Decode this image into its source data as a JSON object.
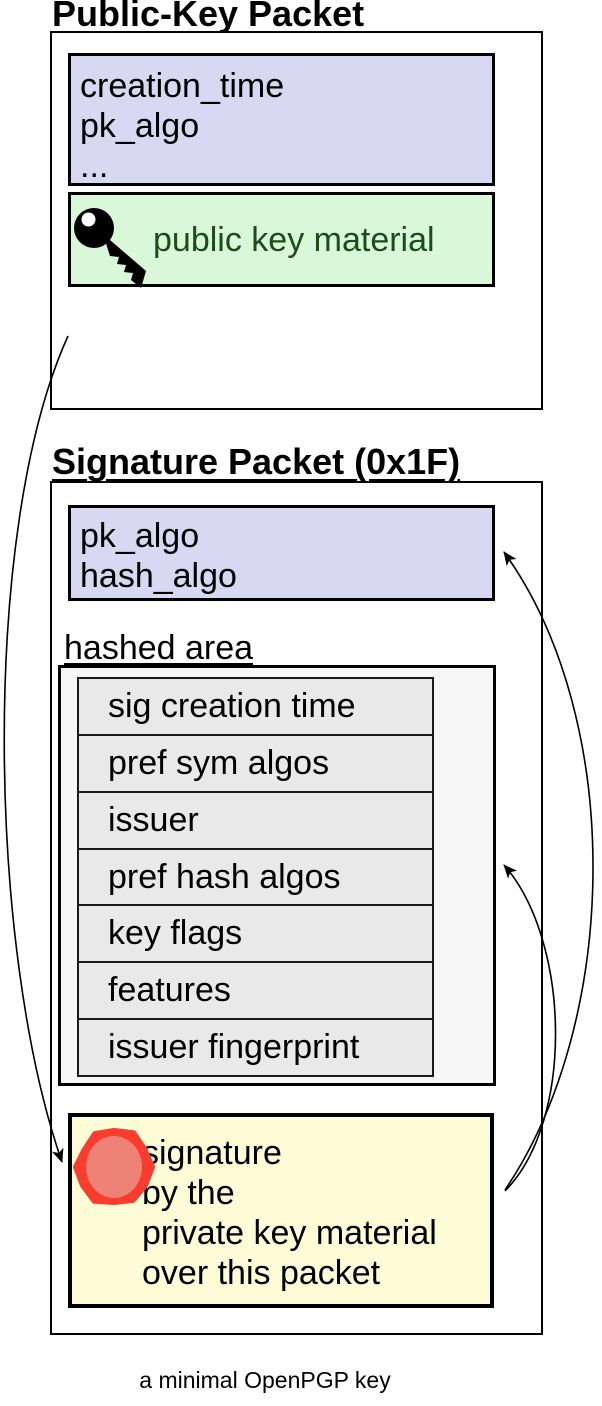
{
  "public_key_packet": {
    "title": "Public-Key Packet",
    "header_fields": [
      "creation_time",
      "pk_algo",
      "..."
    ],
    "key_material_label": "public key material"
  },
  "signature_packet": {
    "title": "Signature Packet (0x1F)",
    "algo_fields": [
      "pk_algo",
      "hash_algo"
    ],
    "hashed_area_label": "hashed area",
    "hashed_subpackets": [
      "sig creation time",
      "pref sym algos",
      "issuer",
      "pref hash algos",
      "key flags",
      "features",
      "issuer fingerprint"
    ],
    "signature_lines": [
      "signature",
      "by the",
      "private key material",
      "over this packet"
    ]
  },
  "caption": "a minimal OpenPGP key",
  "icons": {
    "key_icon": "key-icon",
    "seal_icon": "wax-seal-icon"
  },
  "colors": {
    "lavender_field": "#d8d8f2",
    "green_field": "#d9f7d9",
    "green_text": "#1a4d1a",
    "yellow_field": "#fcfcd6",
    "hashed_area_bg": "#f7f7f7",
    "subpacket_row_bg": "#e9e9e9",
    "seal_ring": "#f93c2e",
    "seal_fill": "#ef8277",
    "line_color": "#000000"
  }
}
